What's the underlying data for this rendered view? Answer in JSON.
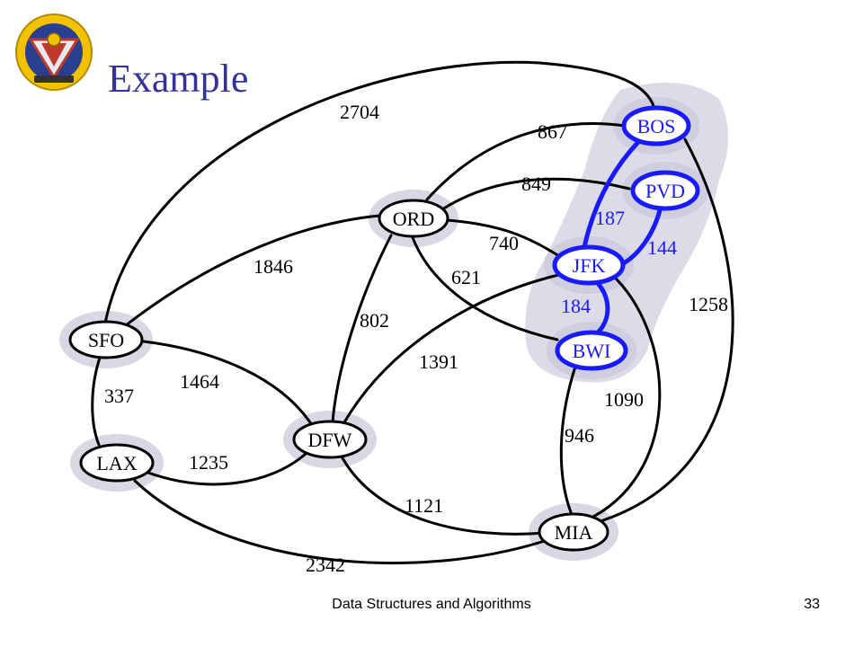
{
  "slide": {
    "title": "Example",
    "footer": "Data Structures and Algorithms",
    "page_number": "33"
  },
  "colors": {
    "title": "#333399",
    "highlight": "#1a1aff",
    "edge": "#000000",
    "halo": "#c8c8d8",
    "cloud": "#d8d8e8"
  },
  "graph": {
    "nodes": [
      {
        "id": "BOS",
        "label": "BOS",
        "highlighted": true
      },
      {
        "id": "PVD",
        "label": "PVD",
        "highlighted": true
      },
      {
        "id": "ORD",
        "label": "ORD",
        "highlighted": false
      },
      {
        "id": "JFK",
        "label": "JFK",
        "highlighted": true
      },
      {
        "id": "SFO",
        "label": "SFO",
        "highlighted": false
      },
      {
        "id": "BWI",
        "label": "BWI",
        "highlighted": true
      },
      {
        "id": "DFW",
        "label": "DFW",
        "highlighted": false
      },
      {
        "id": "LAX",
        "label": "LAX",
        "highlighted": false
      },
      {
        "id": "MIA",
        "label": "MIA",
        "highlighted": false
      }
    ],
    "edges": [
      {
        "from": "SFO",
        "to": "BOS",
        "weight": "2704",
        "highlighted": false
      },
      {
        "from": "ORD",
        "to": "BOS",
        "weight": "867",
        "highlighted": false
      },
      {
        "from": "ORD",
        "to": "PVD",
        "weight": "849",
        "highlighted": false
      },
      {
        "from": "ORD",
        "to": "JFK",
        "weight": "740",
        "highlighted": false
      },
      {
        "from": "ORD",
        "to": "BWI",
        "weight": "621",
        "highlighted": false
      },
      {
        "from": "SFO",
        "to": "ORD",
        "weight": "1846",
        "highlighted": false
      },
      {
        "from": "ORD",
        "to": "DFW",
        "weight": "802",
        "highlighted": false
      },
      {
        "from": "BOS",
        "to": "JFK",
        "weight": "187",
        "highlighted": true
      },
      {
        "from": "PVD",
        "to": "JFK",
        "weight": "144",
        "highlighted": true
      },
      {
        "from": "JFK",
        "to": "BWI",
        "weight": "184",
        "highlighted": true
      },
      {
        "from": "BOS",
        "to": "MIA",
        "weight": "1258",
        "highlighted": false
      },
      {
        "from": "DFW",
        "to": "JFK",
        "weight": "1391",
        "highlighted": false
      },
      {
        "from": "JFK",
        "to": "MIA",
        "weight": "1090",
        "highlighted": false
      },
      {
        "from": "BWI",
        "to": "MIA",
        "weight": "946",
        "highlighted": false
      },
      {
        "from": "SFO",
        "to": "LAX",
        "weight": "337",
        "highlighted": false
      },
      {
        "from": "SFO",
        "to": "DFW",
        "weight": "1464",
        "highlighted": false
      },
      {
        "from": "LAX",
        "to": "DFW",
        "weight": "1235",
        "highlighted": false
      },
      {
        "from": "DFW",
        "to": "MIA",
        "weight": "1121",
        "highlighted": false
      },
      {
        "from": "LAX",
        "to": "MIA",
        "weight": "2342",
        "highlighted": false
      }
    ]
  }
}
